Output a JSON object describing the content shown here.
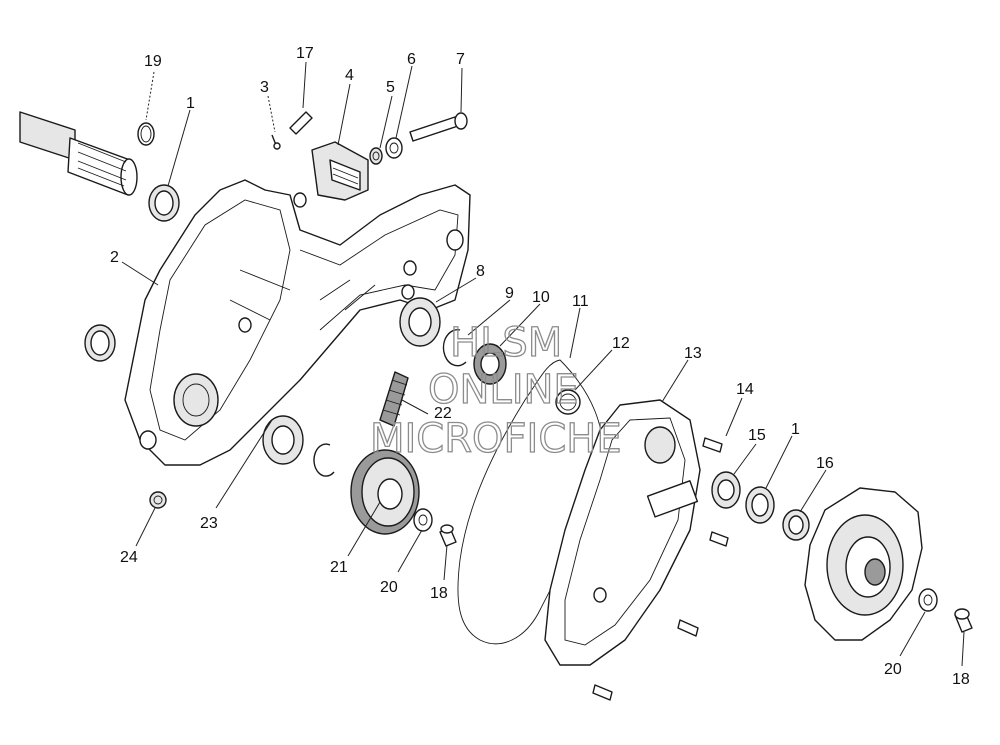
{
  "diagram": {
    "callouts": {
      "c1a": "1",
      "c1b": "1",
      "c2": "2",
      "c3": "3",
      "c4": "4",
      "c5": "5",
      "c6": "6",
      "c7": "7",
      "c8": "8",
      "c9": "9",
      "c10": "10",
      "c11": "11",
      "c12": "12",
      "c13": "13",
      "c14": "14",
      "c15": "15",
      "c16": "16",
      "c17": "17",
      "c18a": "18",
      "c18b": "18",
      "c19": "19",
      "c20a": "20",
      "c20b": "20",
      "c21": "21",
      "c22": "22",
      "c23": "23",
      "c24": "24"
    },
    "watermark": {
      "line1": "HLSM",
      "line2": "ONLINE",
      "line3": "MICROFICHE"
    }
  }
}
